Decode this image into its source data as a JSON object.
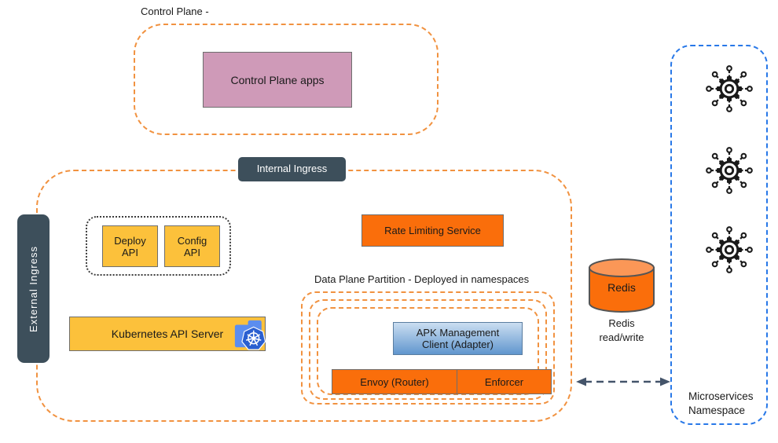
{
  "colors": {
    "dashed_orange": "#F19240",
    "solid_orange": "#FA6E0B",
    "yellow": "#FCC13B",
    "pink": "#CF9AB8",
    "dark_slate": "#3D4F5B",
    "namespace_blue": "#2878E8",
    "apk_gradient_top": "#CBDEF1",
    "apk_gradient_bottom": "#6096CE",
    "redis_top": "#FB9757",
    "arrow_slate": "#44546A"
  },
  "control_plane": {
    "label": "Control Plane -",
    "apps": "Control Plane apps"
  },
  "ingress": {
    "internal": "Internal Ingress",
    "external": "External Ingress"
  },
  "apis": {
    "deploy": "Deploy\nAPI",
    "config": "Config\nAPI"
  },
  "services": {
    "rate_limiting": "Rate Limiting Service",
    "kubernetes_api_server": "Kubernetes API Server"
  },
  "data_plane": {
    "label": "Data Plane Partition - Deployed in namespaces",
    "apk_client": "APK Management\nClient (Adapter)",
    "envoy": "Envoy (Router)",
    "enforcer": "Enforcer"
  },
  "redis": {
    "name": "Redis",
    "caption": "Redis\nread/write"
  },
  "microservices": {
    "label": "Microservices\nNamespace"
  }
}
